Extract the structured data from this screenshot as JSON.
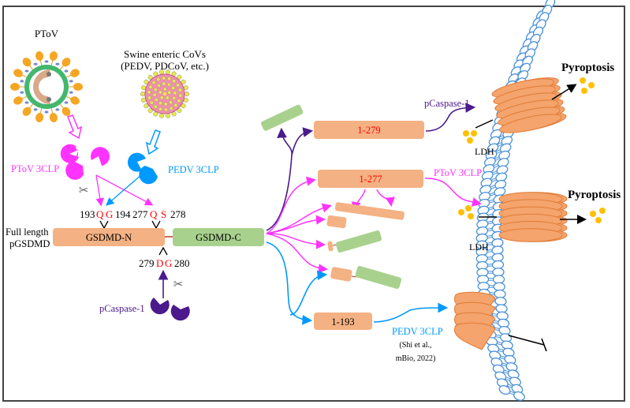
{
  "colors": {
    "ptov": "#ff33ff",
    "pedv": "#0099ff",
    "caspase": "#4b1a8c",
    "site_red": "#ff0000",
    "n_domain": "#f4b183",
    "c_domain": "#a9d18e",
    "ldh": "#ffc000",
    "membrane": "#4a90d9",
    "pore": "#f4a46c",
    "text": "#000000"
  },
  "viruses": {
    "ptov_label": "PToV",
    "swine_label_line1": "Swine enteric CoVs",
    "swine_label_line2": "(PEDV, PDCoV, etc.)"
  },
  "proteases": {
    "ptov_3clp": "PToV 3CLP",
    "pedv_3clp": "PEDV 3CLP",
    "pcaspase1": "pCaspase-1"
  },
  "gsdmd": {
    "label_line1": "Full length",
    "label_line2": "pGSDMD",
    "n_domain": "GSDMD-N",
    "c_domain": "GSDMD-C",
    "site1": {
      "left_num": "193",
      "aa1": "Q",
      "aa2": "G",
      "right_num": "194"
    },
    "site2": {
      "left_num": "277",
      "aa1": "Q",
      "aa2": "S",
      "right_num": "278"
    },
    "site3": {
      "left_num": "279",
      "aa1": "D",
      "aa2": "G",
      "right_num": "280"
    }
  },
  "fragments": {
    "f1": "1-279",
    "f2": "1-277",
    "f3": "1-193"
  },
  "outcomes": {
    "pcaspase_arrow": "pCaspase-1",
    "ptov_arrow": "PToV 3CLP",
    "pedv_arrow": "PEDV 3CLP",
    "citation_line1": "(Shi et al.,",
    "citation_line2": "mBio, 2022)",
    "ldh1": "LDH",
    "ldh2": "LDH",
    "pyroptosis1": "Pyroptosis",
    "pyroptosis2": "Pyroptosis"
  }
}
